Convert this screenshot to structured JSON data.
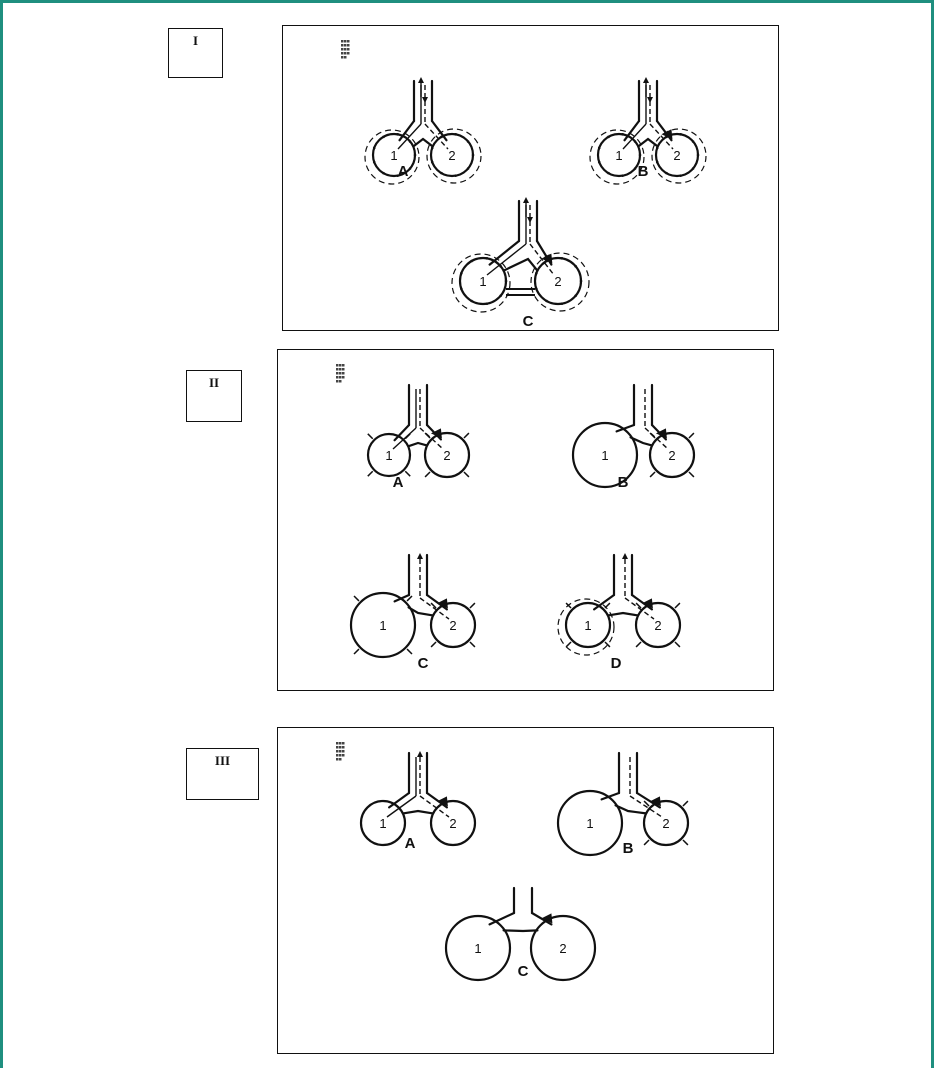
{
  "panels": [
    {
      "label": "I",
      "units": [
        {
          "caption": "A",
          "circle1": "1",
          "circle2": "2"
        },
        {
          "caption": "B",
          "circle1": "1",
          "circle2": "2"
        },
        {
          "caption": "C",
          "circle1": "1",
          "circle2": "2"
        }
      ]
    },
    {
      "label": "II",
      "units": [
        {
          "caption": "A",
          "circle1": "1",
          "circle2": "2"
        },
        {
          "caption": "B",
          "circle1": "1",
          "circle2": "2"
        },
        {
          "caption": "C",
          "circle1": "1",
          "circle2": "2"
        },
        {
          "caption": "D",
          "circle1": "1",
          "circle2": "2"
        }
      ]
    },
    {
      "label": "III",
      "units": [
        {
          "caption": "A",
          "circle1": "1",
          "circle2": "2"
        },
        {
          "caption": "B",
          "circle1": "1",
          "circle2": "2"
        },
        {
          "caption": "C",
          "circle1": "1",
          "circle2": "2"
        }
      ]
    }
  ]
}
